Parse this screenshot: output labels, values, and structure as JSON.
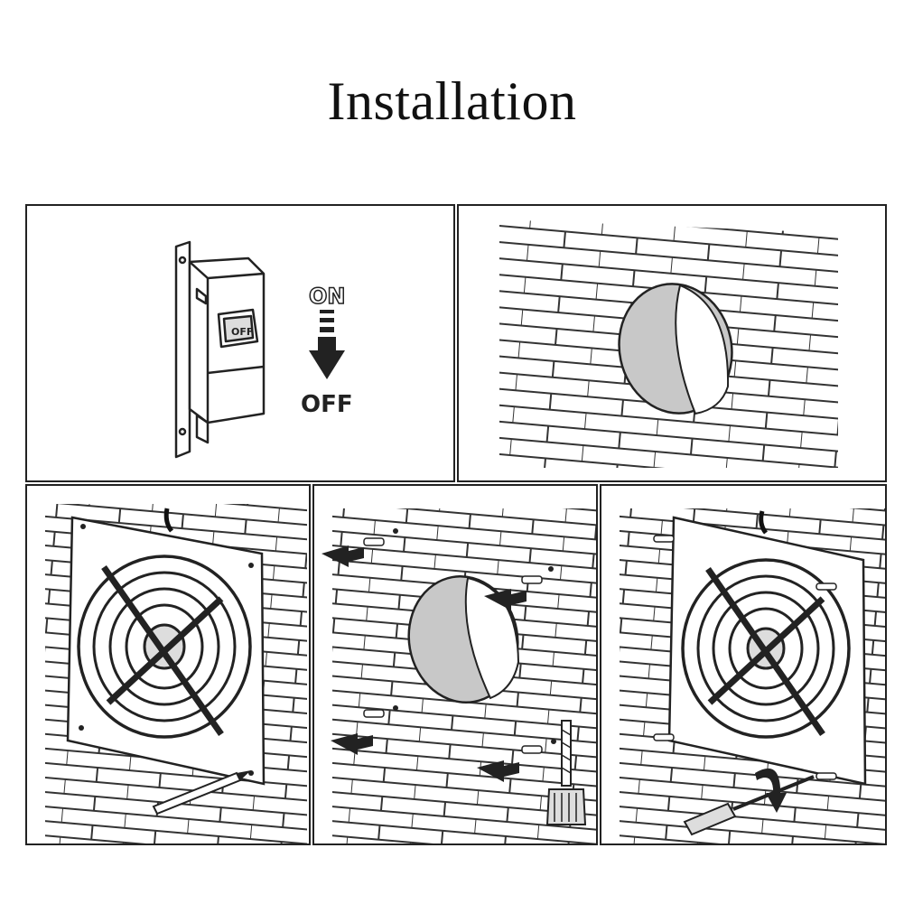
{
  "title": "Installation",
  "steps": [
    {
      "name": "turn-power-off",
      "labels": {
        "on": "ON",
        "off": "OFF",
        "switch": "OFF"
      }
    },
    {
      "name": "cut-wall-hole"
    },
    {
      "name": "mark-fan-holes"
    },
    {
      "name": "drill-and-insert-anchors"
    },
    {
      "name": "screw-fan-to-wall"
    }
  ],
  "colors": {
    "line": "#222222",
    "hole_fill": "#c8c8c8",
    "background": "#ffffff"
  }
}
